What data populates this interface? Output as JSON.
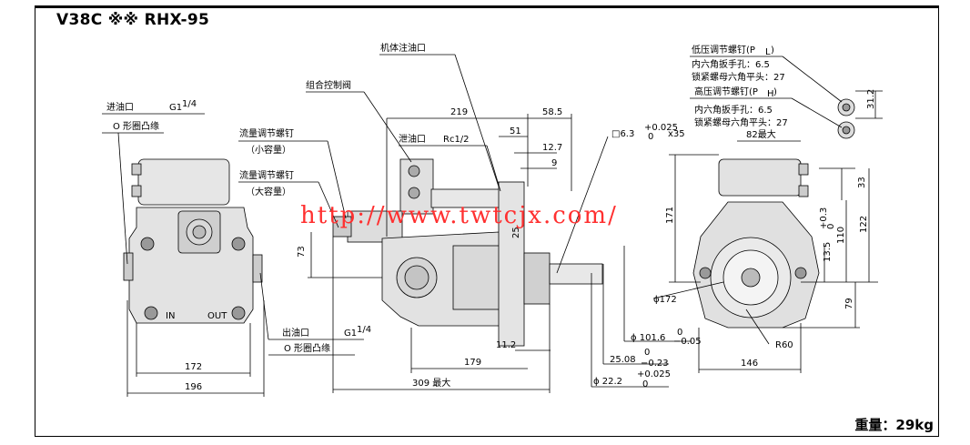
{
  "title": "V38C ※※ RHX-95",
  "weight": "重量：29kg",
  "watermark": "http://www.twtcjx.com/",
  "labels": {
    "inlet": "进油口",
    "inlet_size": "G1",
    "inlet_frac": "1/4",
    "inlet_flange": "O 形圈凸缘",
    "outlet": "出油口",
    "outlet_size": "G1",
    "outlet_frac": "1/4",
    "outlet_flange": "O 形圈凸缘",
    "flow_screw_small": "流量调节螺钉",
    "flow_small": "（小容量）",
    "flow_screw_large": "流量调节螺钉",
    "flow_large": "（大容量）",
    "control_valve": "组合控制阀",
    "fill_port": "机体注油口",
    "drain_port": "泄油口",
    "drain_size": "Rc1/2",
    "low_pressure": "低压调节螺钉(P",
    "low_sub": "L",
    "low_hex": "内六角扳手孔：6.5",
    "low_nut": "锁紧螺母六角平头：27",
    "high_pressure": "高压调节螺钉(P",
    "high_sub": "H",
    "high_hex": "内六角扳手孔：6.5",
    "high_nut": "锁紧螺母六角平头：27",
    "in_mark": "IN",
    "out_mark": "OUT"
  },
  "dims": {
    "d172": "172",
    "d196": "196",
    "d219": "219",
    "d58_5": "58.5",
    "d51": "51",
    "d12_7": "12.7",
    "d9": "9",
    "d73": "73",
    "d25": "25",
    "d11_2": "11.2",
    "d179": "179",
    "d309": "309 最大",
    "key": "□6.3 ",
    "key_tol_up": "+0.025",
    "key_tol_dn": "0",
    "key_len": "x35",
    "d171": "171",
    "d82": "82最大",
    "d33": "33",
    "d31_2": "31.2",
    "d110": "110",
    "d122": "122",
    "d13_5": "13.5",
    "d13_5_up": "+0.3",
    "d13_5_dn": "0",
    "d79": "79",
    "phi172": "ϕ172",
    "r60": "R60",
    "d146": "146",
    "phi101": "ϕ 101.6",
    "phi101_up": "0",
    "phi101_dn": "−0.05",
    "d25_08": "25.08",
    "d25_08_up": "0",
    "d25_08_dn": "−0.23",
    "phi22": "ϕ 22.2",
    "phi22_up": "+0.025",
    "phi22_dn": "0"
  }
}
